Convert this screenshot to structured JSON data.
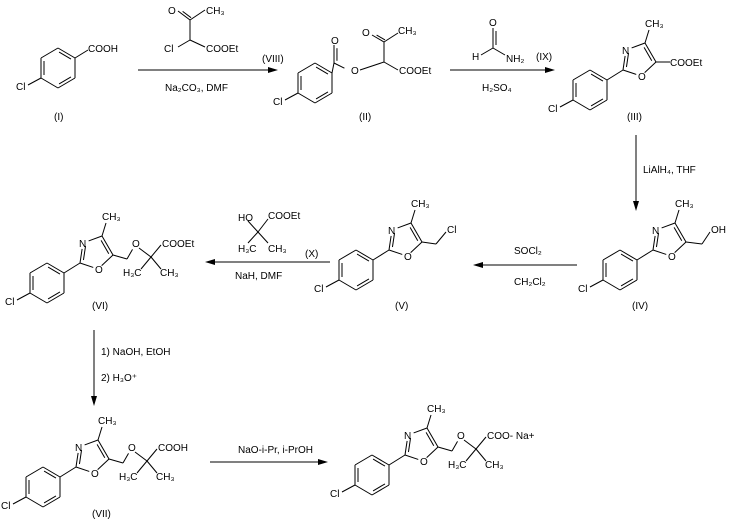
{
  "atoms": {
    "N": "N",
    "O": "O",
    "Cl": "Cl",
    "CH3": "CH₃",
    "H3C": "H₃C",
    "H": "H",
    "NH2": "NH₂",
    "HO": "HO",
    "OH": "OH"
  },
  "compounds": {
    "I": {
      "label": "(I)",
      "group": "COOH"
    },
    "II": {
      "label": "(II)",
      "group": "COOEt"
    },
    "III": {
      "label": "(III)",
      "group": "COOEt"
    },
    "IV": {
      "label": "(IV)"
    },
    "V": {
      "label": "(V)"
    },
    "VI": {
      "label": "(VI)",
      "group": "COOEt"
    },
    "VII": {
      "label": "(VII)",
      "group": "COOH"
    },
    "final": {
      "group": "COO-  Na+"
    }
  },
  "reagents": {
    "VIII": {
      "label": "(VIII)",
      "group": "COOEt",
      "conditions": "Na₂CO₃, DMF"
    },
    "IX": {
      "label": "(IX)",
      "conditions": "H₂SO₄"
    },
    "step3": {
      "conditions": "LiAlH₄, THF"
    },
    "step4": {
      "reagent": "SOCl₂",
      "solvent": "CH₂Cl₂"
    },
    "X": {
      "label": "(X)",
      "group": "COOEt",
      "conditions": "NaH, DMF"
    },
    "step6": {
      "step1": "1) NaOH, EtOH",
      "step2": "2) H₃O⁺"
    },
    "step7": {
      "conditions": "NaO-i-Pr, i-PrOH"
    }
  }
}
